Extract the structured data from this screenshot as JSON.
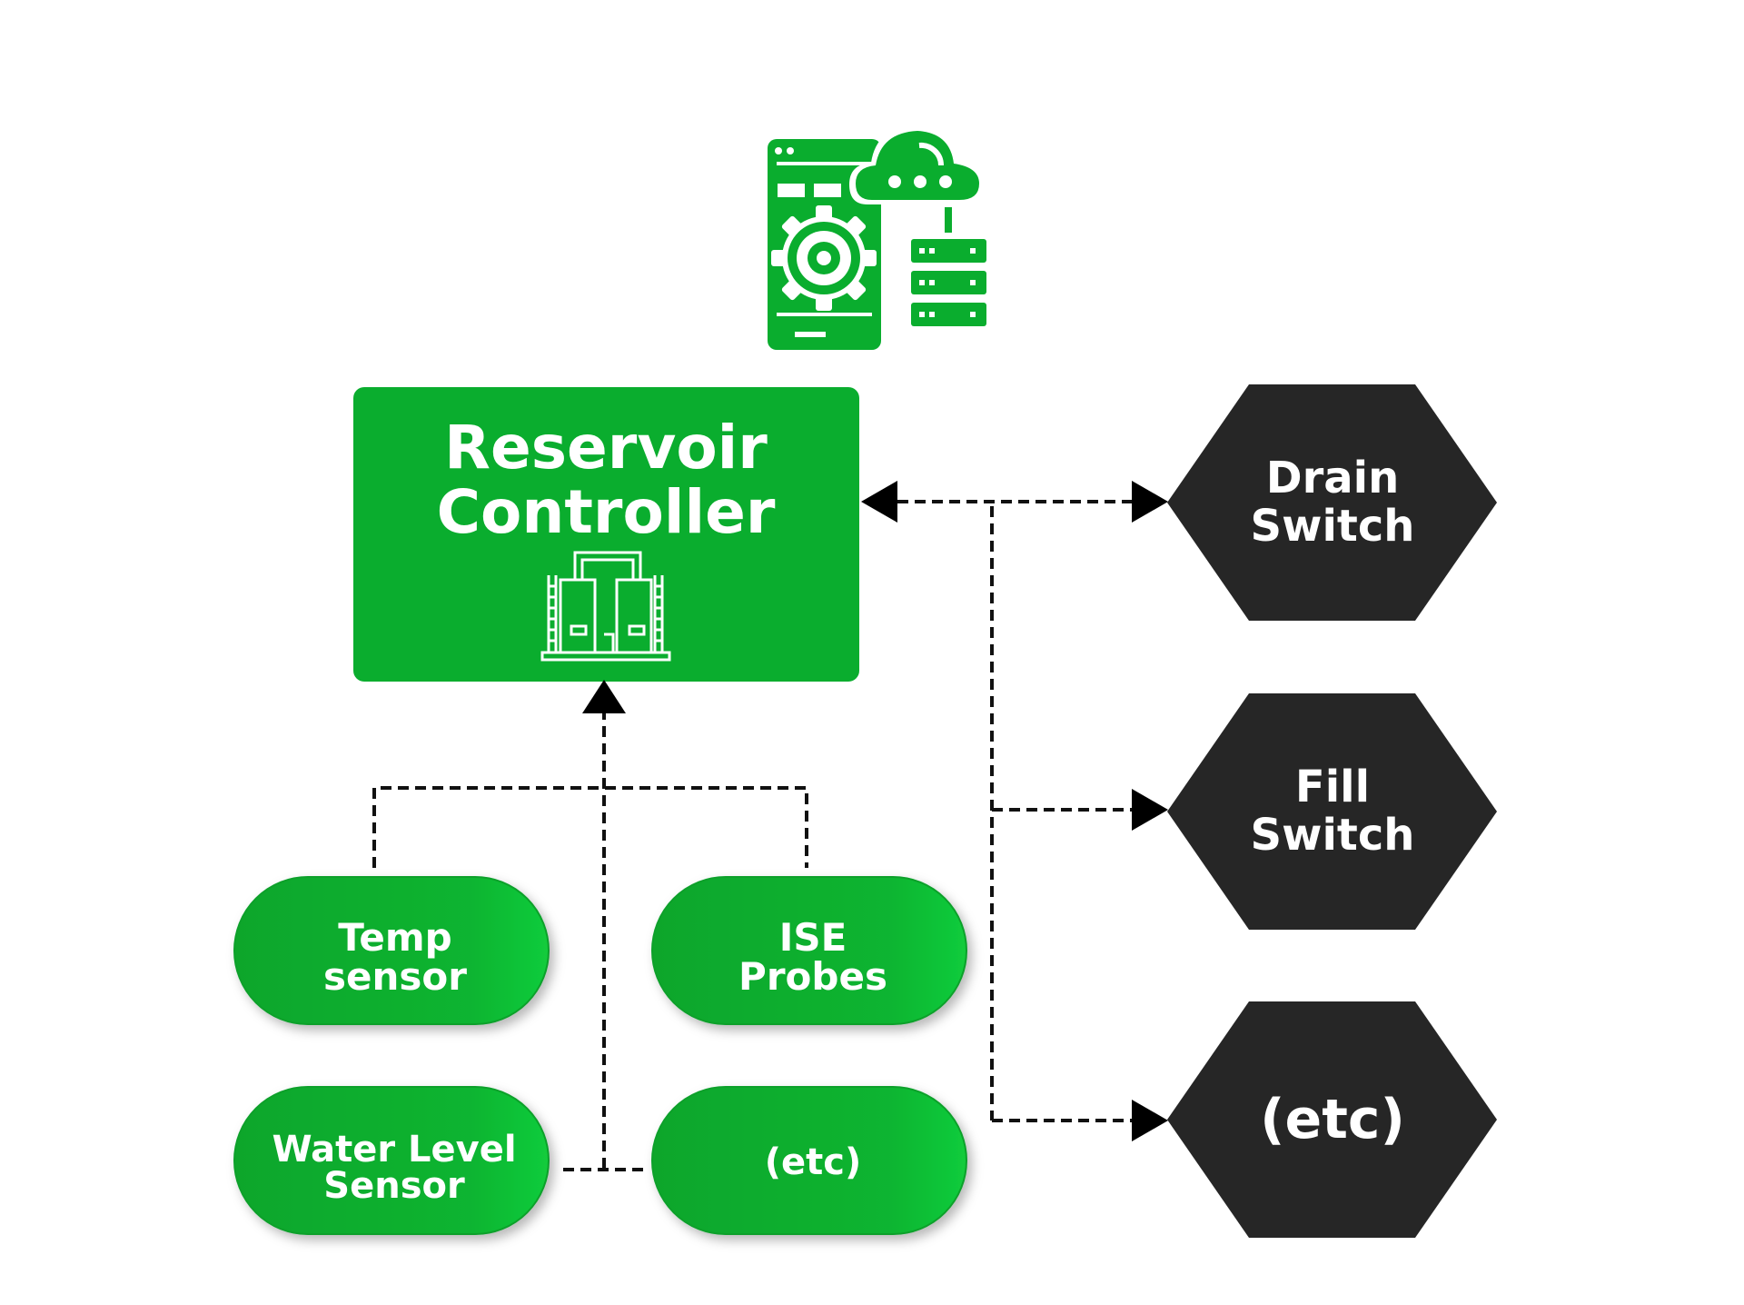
{
  "colors": {
    "green": "#0aad2e",
    "dark": "#262626",
    "line": "#111111",
    "text": "#ffffff"
  },
  "controller": {
    "line1": "Reservoir",
    "line2": "Controller",
    "icon": "water-tanks-icon"
  },
  "header_icon": "mobile-cloud-server-icon",
  "sensors": [
    {
      "line1": "Temp",
      "line2": "sensor"
    },
    {
      "line1": "ISE",
      "line2": "Probes"
    },
    {
      "line1": "Water Level",
      "line2": "Sensor"
    },
    {
      "line1": "(etc)"
    }
  ],
  "switches": [
    {
      "line1": "Drain",
      "line2": "Switch"
    },
    {
      "line1": "Fill",
      "line2": "Switch"
    },
    {
      "line1": "(etc)"
    }
  ]
}
